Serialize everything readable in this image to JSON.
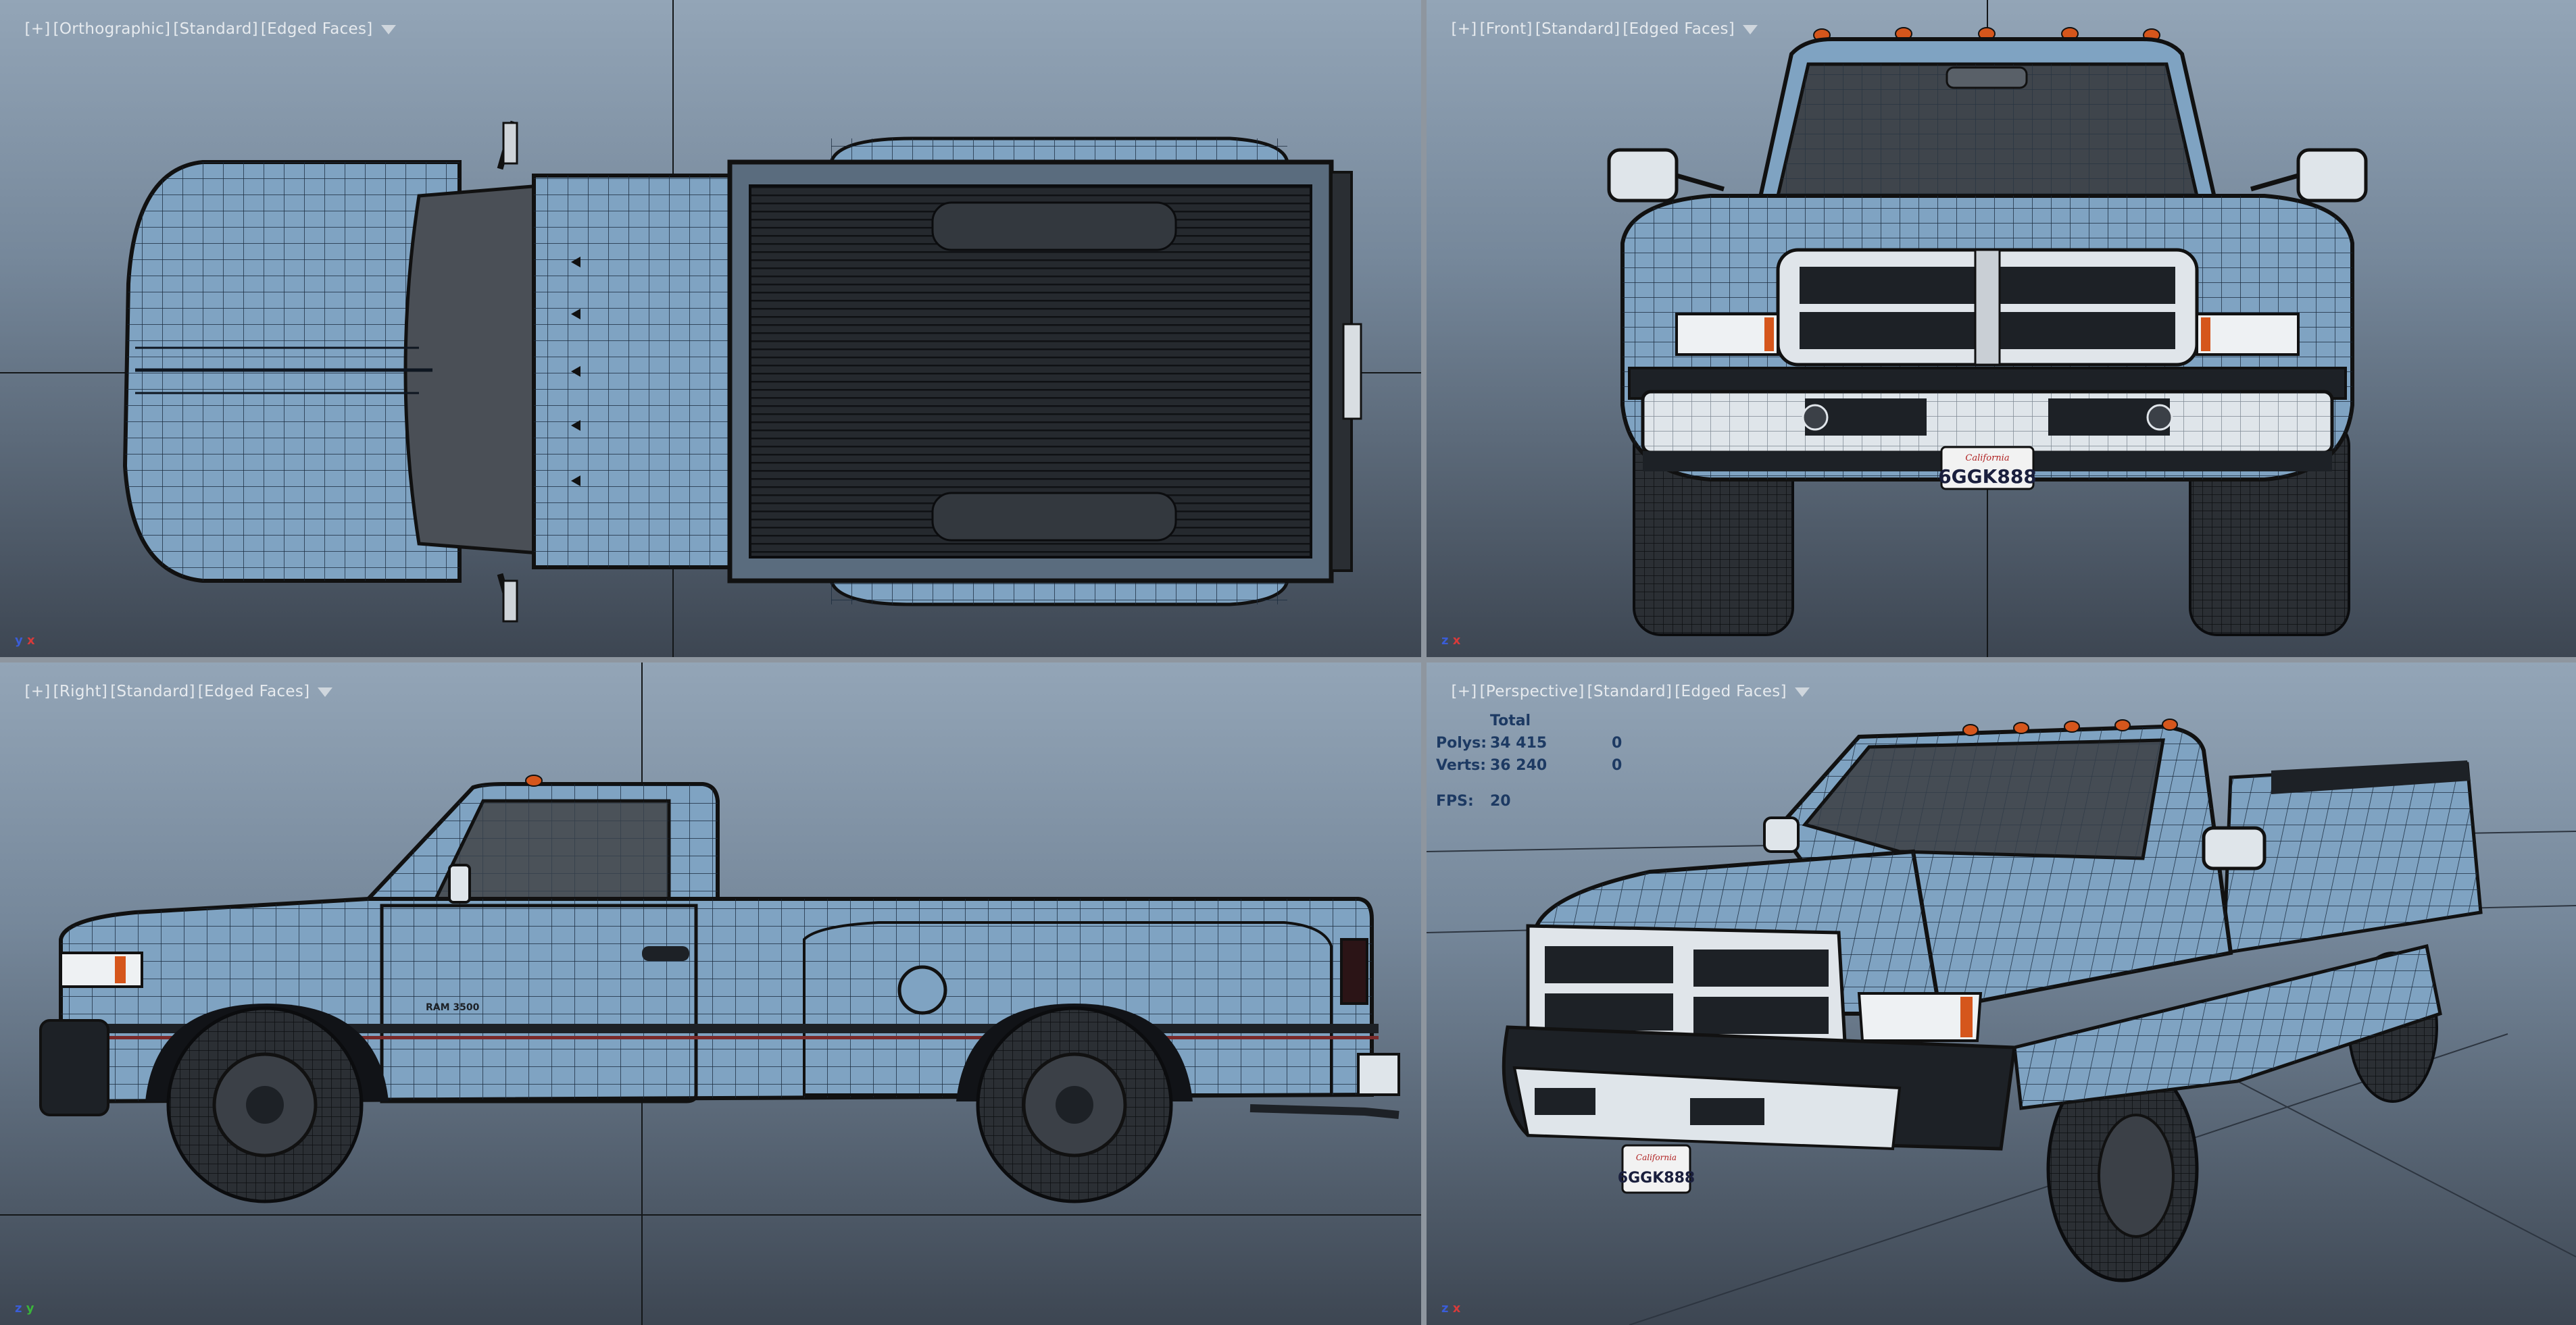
{
  "viewports": {
    "top": {
      "label": [
        "[+]",
        "[Orthographic]",
        "[Standard]",
        "[Edged Faces]"
      ],
      "axes": [
        "y",
        "x"
      ]
    },
    "front": {
      "label": [
        "[+]",
        "[Front]",
        "[Standard]",
        "[Edged Faces]"
      ],
      "axes": [
        "z",
        "x"
      ]
    },
    "right": {
      "label": [
        "[+]",
        "[Right]",
        "[Standard]",
        "[Edged Faces]"
      ],
      "axes": [
        "z",
        "y"
      ]
    },
    "persp": {
      "label": [
        "[+]",
        "[Perspective]",
        "[Standard]",
        "[Edged Faces]"
      ],
      "axes": [
        "z",
        "x"
      ]
    }
  },
  "stats": {
    "header": "Total",
    "polys_label": "Polys:",
    "polys_value": "34 415",
    "polys_selected": "0",
    "verts_label": "Verts:",
    "verts_value": "36 240",
    "verts_selected": "0",
    "fps_label": "FPS:",
    "fps_value": "20"
  },
  "license_plate": {
    "text": "6GGK888",
    "state": "California"
  },
  "badge_text": "RAM 3500",
  "colors": {
    "body": "#7fa3c2",
    "wire": "#142030",
    "chrome": "#dfe5ea",
    "dark": "#1d2126",
    "marker": "#d5561c"
  },
  "icons": {
    "filter": "filter-icon",
    "gizmo": "axis-gizmo-icon"
  }
}
